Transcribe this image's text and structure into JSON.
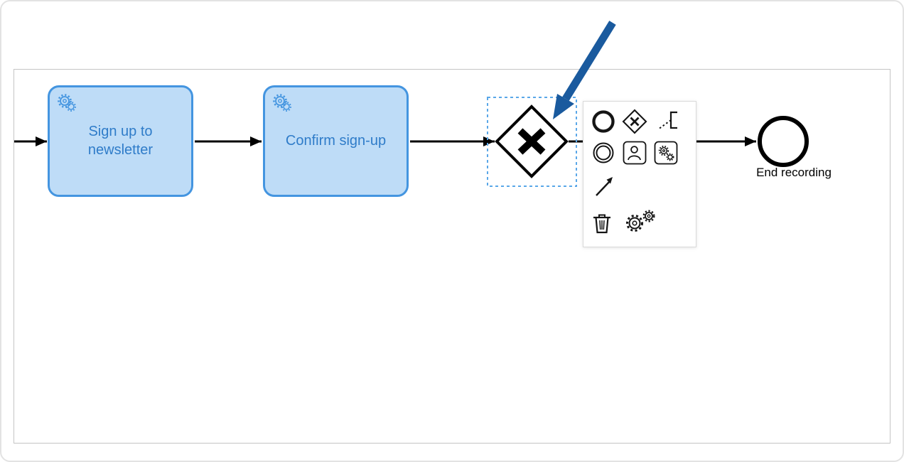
{
  "colors": {
    "task_fill": "#bedcf7",
    "task_stroke": "#4495e0",
    "task_text": "#2f7cc9",
    "selection": "#5aa7e8",
    "annotation_arrow": "#1a5a9e",
    "flow": "#000000"
  },
  "diagram": {
    "task1_label": "Sign up to newsletter",
    "task2_label": "Confirm sign-up",
    "end_event_label": "End recording",
    "gateway_marker": "X"
  },
  "context_pad": {
    "items": [
      {
        "name": "append-end-event-icon"
      },
      {
        "name": "append-gateway-icon"
      },
      {
        "name": "append-text-annotation-icon"
      },
      {
        "name": "append-intermediate-event-icon"
      },
      {
        "name": "append-user-task-icon"
      },
      {
        "name": "append-service-task-icon"
      },
      {
        "name": "connect-tool-icon"
      },
      {
        "name": "delete-trash-icon"
      },
      {
        "name": "settings-gears-icon"
      }
    ]
  }
}
